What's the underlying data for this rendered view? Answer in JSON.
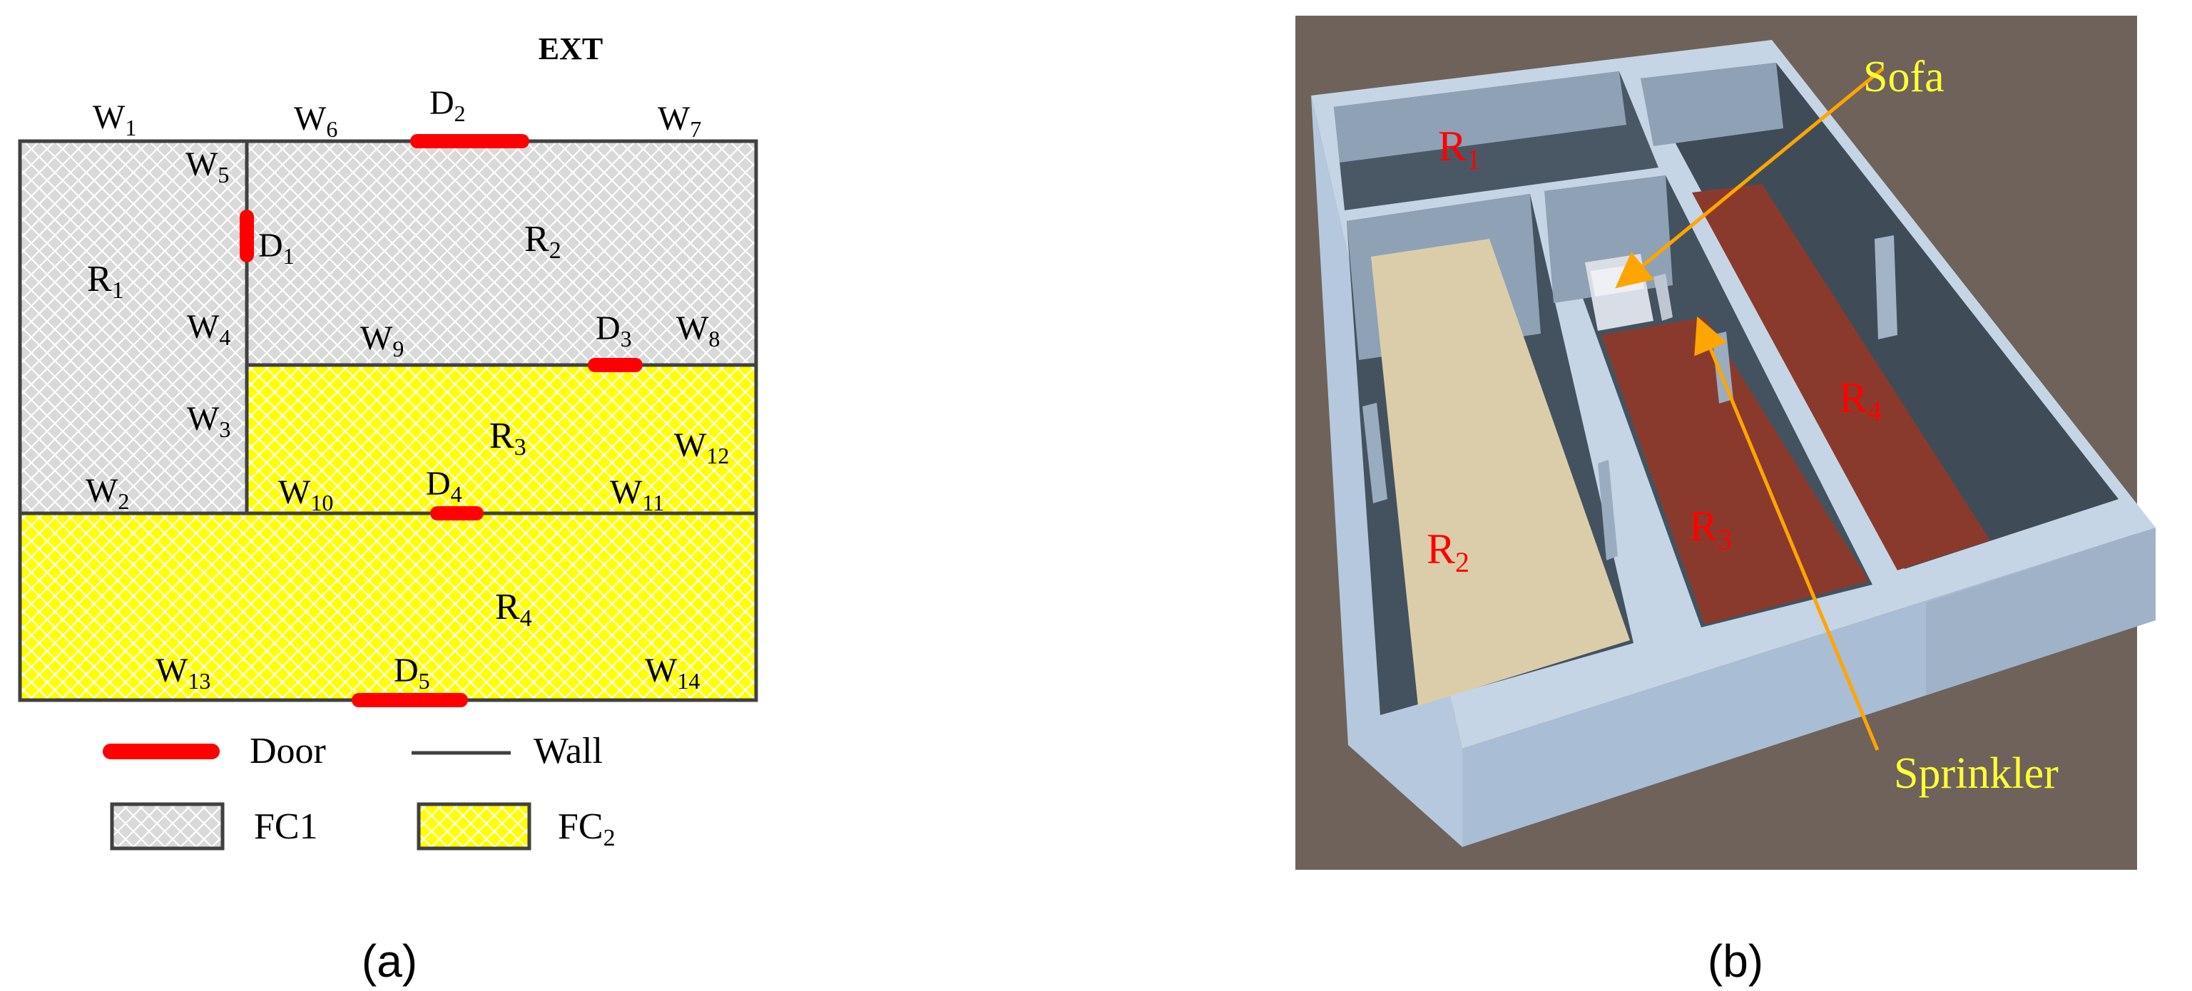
{
  "panel_a": {
    "caption": "(a)",
    "ext_label": "EXT",
    "walls": {
      "w1": {
        "base": "W",
        "sub": "1"
      },
      "w2": {
        "base": "W",
        "sub": "2"
      },
      "w3": {
        "base": "W",
        "sub": "3"
      },
      "w4": {
        "base": "W",
        "sub": "4"
      },
      "w5": {
        "base": "W",
        "sub": "5"
      },
      "w6": {
        "base": "W",
        "sub": "6"
      },
      "w7": {
        "base": "W",
        "sub": "7"
      },
      "w8": {
        "base": "W",
        "sub": "8"
      },
      "w9": {
        "base": "W",
        "sub": "9"
      },
      "w10": {
        "base": "W",
        "sub": "10"
      },
      "w11": {
        "base": "W",
        "sub": "11"
      },
      "w12": {
        "base": "W",
        "sub": "12"
      },
      "w13": {
        "base": "W",
        "sub": "13"
      },
      "w14": {
        "base": "W",
        "sub": "14"
      }
    },
    "doors": {
      "d1": {
        "base": "D",
        "sub": "1"
      },
      "d2": {
        "base": "D",
        "sub": "2"
      },
      "d3": {
        "base": "D",
        "sub": "3"
      },
      "d4": {
        "base": "D",
        "sub": "4"
      },
      "d5": {
        "base": "D",
        "sub": "5"
      }
    },
    "rooms": {
      "r1": {
        "base": "R",
        "sub": "1"
      },
      "r2": {
        "base": "R",
        "sub": "2"
      },
      "r3": {
        "base": "R",
        "sub": "3"
      },
      "r4": {
        "base": "R",
        "sub": "4"
      }
    },
    "legend": {
      "door": "Door",
      "wall": "Wall",
      "fc1": "FC1",
      "fc2": {
        "base": "FC",
        "sub": "2"
      }
    },
    "colors": {
      "door": "#ff0000",
      "wall": "#404040",
      "fc1_fill": "#d9d9d9",
      "fc2_fill": "#ffff00"
    }
  },
  "panel_b": {
    "caption": "(b)",
    "rooms": {
      "r1": {
        "base": "R",
        "sub": "1"
      },
      "r2": {
        "base": "R",
        "sub": "2"
      },
      "r3": {
        "base": "R",
        "sub": "3"
      },
      "r4": {
        "base": "R",
        "sub": "4"
      }
    },
    "callouts": {
      "sofa": "Sofa",
      "sprinkler": "Sprinkler"
    },
    "colors": {
      "background": "#6e625b",
      "wall_top": "#c6d5e6",
      "wall_outer": "#a8bdd6",
      "wall_inner": "#4a5866",
      "floor_wood": "#8a3a2c",
      "floor_light": "#d8c9a8",
      "room_label": "#ff0000",
      "callout": "#ffff33",
      "arrow": "#ffa500"
    }
  }
}
